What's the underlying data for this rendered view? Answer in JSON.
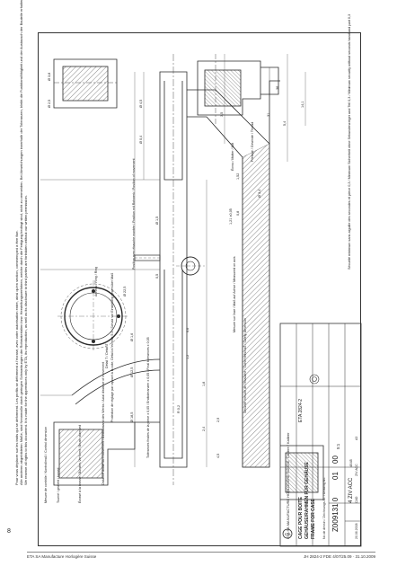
{
  "page_number": "8",
  "instructions": {
    "fr": "Pour vous déplacer sur les traits qui se déforment. Les profils se déforment à l'écrasé, avec votre autorisation entre, ainsi qu'en section, commençant à être fixe.",
    "de": "Alle anderen abgebildeten Maße, sind Nennmaße durch geringen Schwankungen der Rohmaterialien bzw. Herstellungsverfahren, welche durch die Fertigung bedingt sind, nicht zu vermeiden. Bei Abweichungen innerhalb der Toleranzen, bleibt die Funktionsfähigkeit und der Austausch der Bauteile erhalten, welche Abweichungen anderer Art oder Form sind nicht so ausschlaggebend, hingegen zur Instandsetzung sind in diesem Fall ebenfalls die gültigen Toleranzen zu berücksichtigen.",
    "en": "We reserve all rights to this document. It is made for the apprentices only by ETA, its reproduction, as well as its disclosure to third parties are forbidden without our written permission."
  },
  "labels": {
    "mesure_controle": "Mesure de contrôle / Kontrollmaß / Control dimension",
    "tourne": "Tourné / gedreht / turned",
    "ecrase": "Écrasé à la brosse / Bürsten-Verformt / Brush stamped",
    "position_ebauche": "Position avec ébauche montée / Position mit Rohwerk / Position of movement",
    "protection_rf": "Protection de réglage par rapport à la cote, Détail à l'échelle 5:1 / Schutz vor Einstellung gegenüber Maß",
    "detail_t": "Détail T / Detail T",
    "anneau": "Anneau / Ring / Ring",
    "tolerances_finales": "Tolérances finales de la pièce ± 0,05 / Endtoleranzen ± 0,05 / Final tolerances ± 0,05",
    "mesure_axe": "Mesure sur l'axe / Maß auf Achse / Measured on axis",
    "securite_axe": "Sécurité mesure de l'ébauche / Sicherheitsmaß / Safety dimension",
    "distance_axiale": "Distance axiale du mouvement / Axialabstand des Werks / Axial distance of movement",
    "ecrou": "Écrou / Mutter / Nut",
    "filetage": "Filetage / Gewinde / Thread",
    "note_bottom": "Sécurité minimum sans aiguille des secondes et pièce 0,3 / Minimum Sicherheit ohne Sekundenzeiger und Teil 0,3 / Minimum security without seconds hand and part 0,3"
  },
  "dimensions": [
    "Ø 18,5",
    "Ø 12,5",
    "Ø 1,6",
    "Ø 0,4",
    "Ø 4,5",
    "Ø 1,5",
    "0,5",
    "0,6",
    "1,2",
    "1,8",
    "2,4",
    "3,5",
    "5,4",
    "14,1",
    "1,52",
    "0,8",
    "R 0,2",
    "31",
    "36",
    "Ø 2,5",
    "Ø 3,8",
    "Ø 22,5",
    "Ø 3,4",
    "1,21 ±0,05",
    "2,9",
    "4,5"
  ],
  "title_block": {
    "company": "ETA SA MANUFACTURE HORLOGERE SUISSE",
    "caliber_label": "Calibre / Kaliber",
    "caliber": "ETA 2824-2",
    "drawing_title_fr": "CAGE POUR BOITE",
    "drawing_title_de": "GEHÄUSE/RAHMEN FÜR GEHÄUSE",
    "drawing_title_en": "FRAME FOR CASE",
    "number_label": "No de dessin / Zeichnungs-Nr. / Drawing No.",
    "number": "Z009131 0",
    "sheet": "01",
    "rev": "00",
    "scale": "5:1",
    "format": "A3",
    "material": "4 ZIV ACC",
    "date": "20.06.2008",
    "drawn": "CAD",
    "approved": "ZIV ACC",
    "code": "4545"
  },
  "footer": {
    "left": "ETA SA Manufacture Horlogère Suisse",
    "right": "JH 2824-2 FDE 4/07/25.09 · 31.10.2009"
  },
  "colors": {
    "line": "#2a2a2a",
    "hatch": "#555555",
    "paper": "#ffffff"
  }
}
